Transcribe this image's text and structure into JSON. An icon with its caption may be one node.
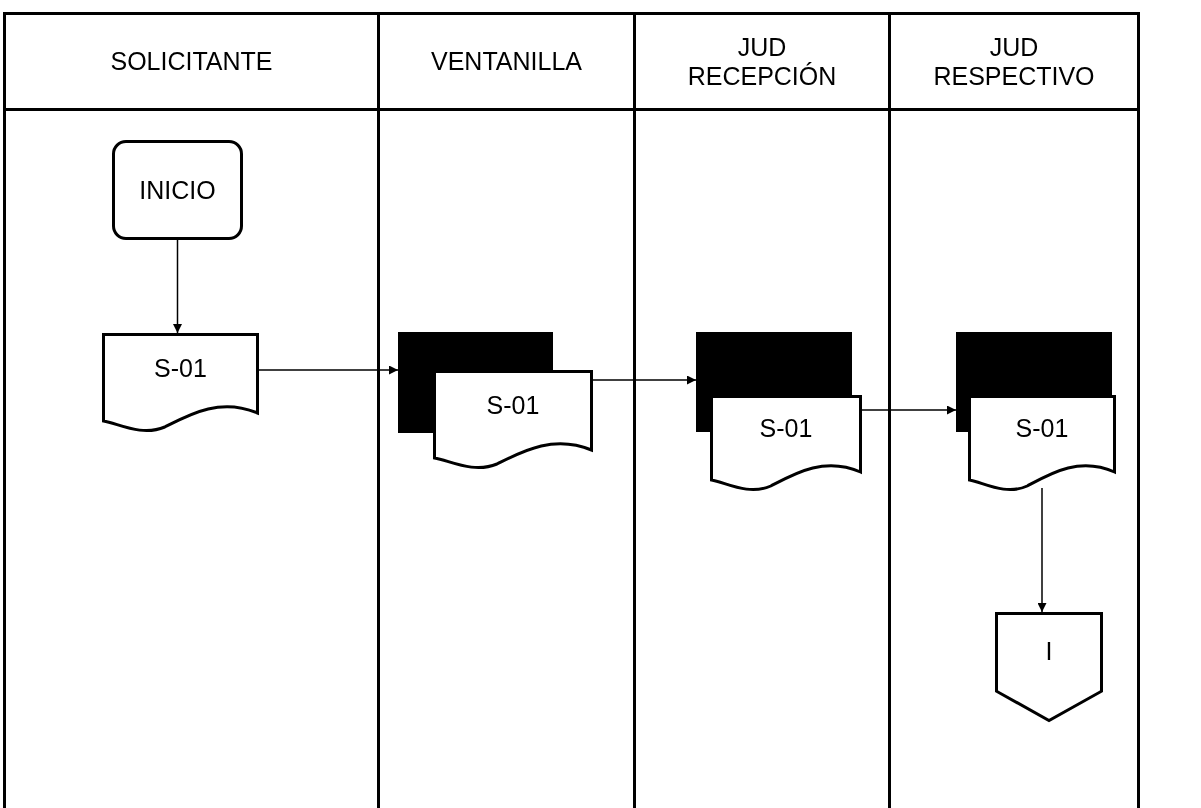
{
  "diagram": {
    "nodes": [
      {
        "text": [
          "SOLICITANTE"
        ]
      },
      {
        "text": [
          "INICIO"
        ],
        "in": 0
      },
      {
        "text": [
          "S-01"
        ],
        "in": 0
      },
      {
        "text": [
          "VENTANILLA"
        ]
      },
      {
        "text": [
          "S-01"
        ],
        "in": 3
      },
      {
        "text": [
          "JUD RECEPCIÓN"
        ]
      },
      {
        "text": [
          "S-01"
        ],
        "in": 5
      },
      {
        "text": [
          "JUD RESPECTIVO"
        ]
      },
      {
        "text": [
          "S-01"
        ],
        "in": 7
      },
      {
        "text": [
          "I"
        ],
        "in": 7
      }
    ],
    "edges": [
      {
        "from": 1,
        "to": 2,
        "arrow": "to"
      },
      {
        "from": 2,
        "to": 4,
        "arrow": "to"
      },
      {
        "from": 4,
        "to": 6,
        "arrow": "to"
      },
      {
        "from": 6,
        "to": 8,
        "arrow": "to"
      },
      {
        "from": 8,
        "to": 9,
        "arrow": "to"
      }
    ]
  }
}
